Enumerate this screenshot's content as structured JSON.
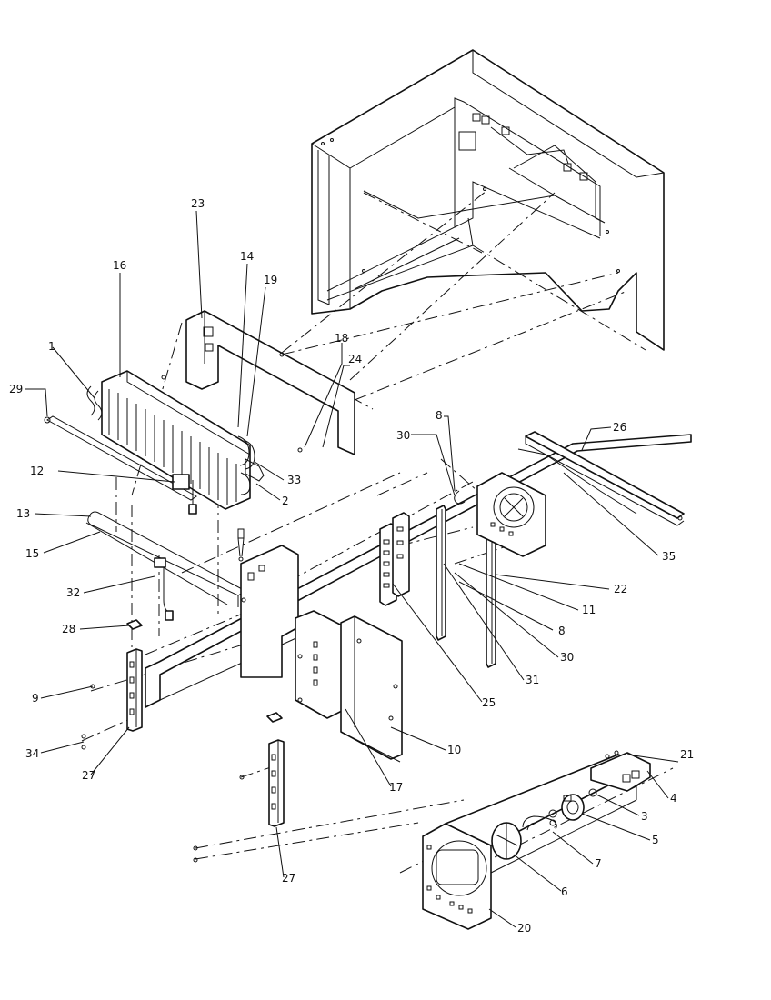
{
  "callouts": [
    {
      "id": "c23",
      "text": "23"
    },
    {
      "id": "c16",
      "text": "16"
    },
    {
      "id": "c14",
      "text": "14"
    },
    {
      "id": "c19",
      "text": "19"
    },
    {
      "id": "c1",
      "text": "1"
    },
    {
      "id": "c18",
      "text": "18"
    },
    {
      "id": "c24",
      "text": "24"
    },
    {
      "id": "c29",
      "text": "29"
    },
    {
      "id": "c8a",
      "text": "8"
    },
    {
      "id": "c30a",
      "text": "30"
    },
    {
      "id": "c26",
      "text": "26"
    },
    {
      "id": "c12",
      "text": "12"
    },
    {
      "id": "c33",
      "text": "33"
    },
    {
      "id": "c2",
      "text": "2"
    },
    {
      "id": "c13",
      "text": "13"
    },
    {
      "id": "c15",
      "text": "15"
    },
    {
      "id": "c35",
      "text": "35"
    },
    {
      "id": "c22",
      "text": "22"
    },
    {
      "id": "c32",
      "text": "32"
    },
    {
      "id": "c11",
      "text": "11"
    },
    {
      "id": "c8b",
      "text": "8"
    },
    {
      "id": "c28",
      "text": "28"
    },
    {
      "id": "c30b",
      "text": "30"
    },
    {
      "id": "c31",
      "text": "31"
    },
    {
      "id": "c9",
      "text": "9"
    },
    {
      "id": "c25",
      "text": "25"
    },
    {
      "id": "c34",
      "text": "34"
    },
    {
      "id": "c10",
      "text": "10"
    },
    {
      "id": "c27a",
      "text": "27"
    },
    {
      "id": "c17",
      "text": "17"
    },
    {
      "id": "c21",
      "text": "21"
    },
    {
      "id": "c4",
      "text": "4"
    },
    {
      "id": "c3",
      "text": "3"
    },
    {
      "id": "c5",
      "text": "5"
    },
    {
      "id": "c7",
      "text": "7"
    },
    {
      "id": "c6",
      "text": "6"
    },
    {
      "id": "c27b",
      "text": "27"
    },
    {
      "id": "c20",
      "text": "20"
    }
  ]
}
